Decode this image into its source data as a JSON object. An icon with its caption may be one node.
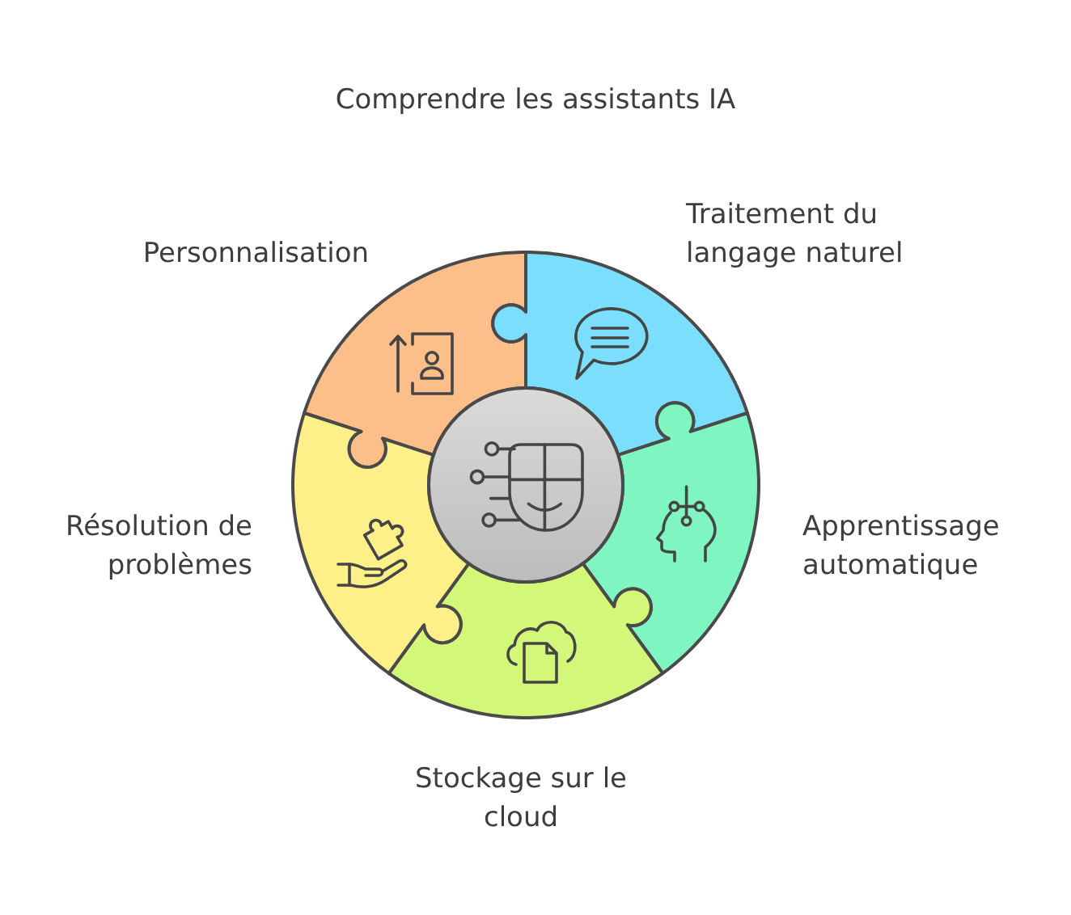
{
  "diagram": {
    "title": "Comprendre les assistants IA",
    "nodes": [
      {
        "text": [
          "Personnalisation"
        ]
      },
      {
        "text": [
          "Traitement du langage naturel"
        ]
      },
      {
        "text": [
          "Apprentissage automatique"
        ]
      },
      {
        "text": [
          "Stockage sur le cloud"
        ]
      },
      {
        "text": [
          "Résolution de problèmes"
        ]
      },
      {
        "text": [],
        "shape": "circle"
      }
    ]
  }
}
